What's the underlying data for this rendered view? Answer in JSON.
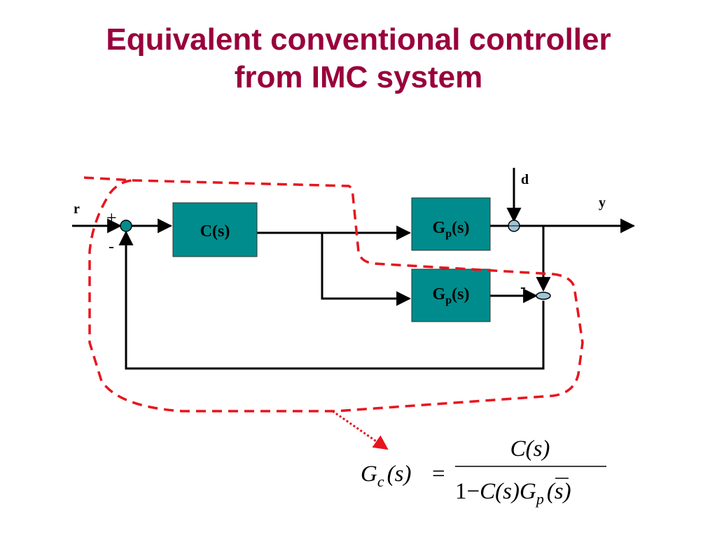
{
  "slide": {
    "title_line1": "Equivalent conventional controller",
    "title_line2": "from IMC system"
  },
  "colors": {
    "title": "#99003c",
    "block_fill": "#008c8c",
    "line": "#000000",
    "boundary": "#e8141e"
  },
  "diagram": {
    "signals": {
      "r": "r",
      "d": "d",
      "y": "y"
    },
    "signs": {
      "plus": "+",
      "minus_main": "-",
      "minus_model": "-"
    },
    "blocks": {
      "controller": "C(s)",
      "plant_base": "G",
      "plant_sub": "p",
      "plant_arg": "(s)",
      "model_base": "G",
      "model_sub": "p",
      "model_arg": "(s)"
    }
  },
  "equation": {
    "lhs_base": "G",
    "lhs_sub": "c",
    "lhs_arg": "(s)",
    "equals": "=",
    "numerator": "C(s)",
    "denom_one": "1",
    "denom_minus": "−",
    "denom_c": "C(s)",
    "denom_g": "G",
    "denom_g_sub": "p",
    "denom_arg": "(s)"
  }
}
